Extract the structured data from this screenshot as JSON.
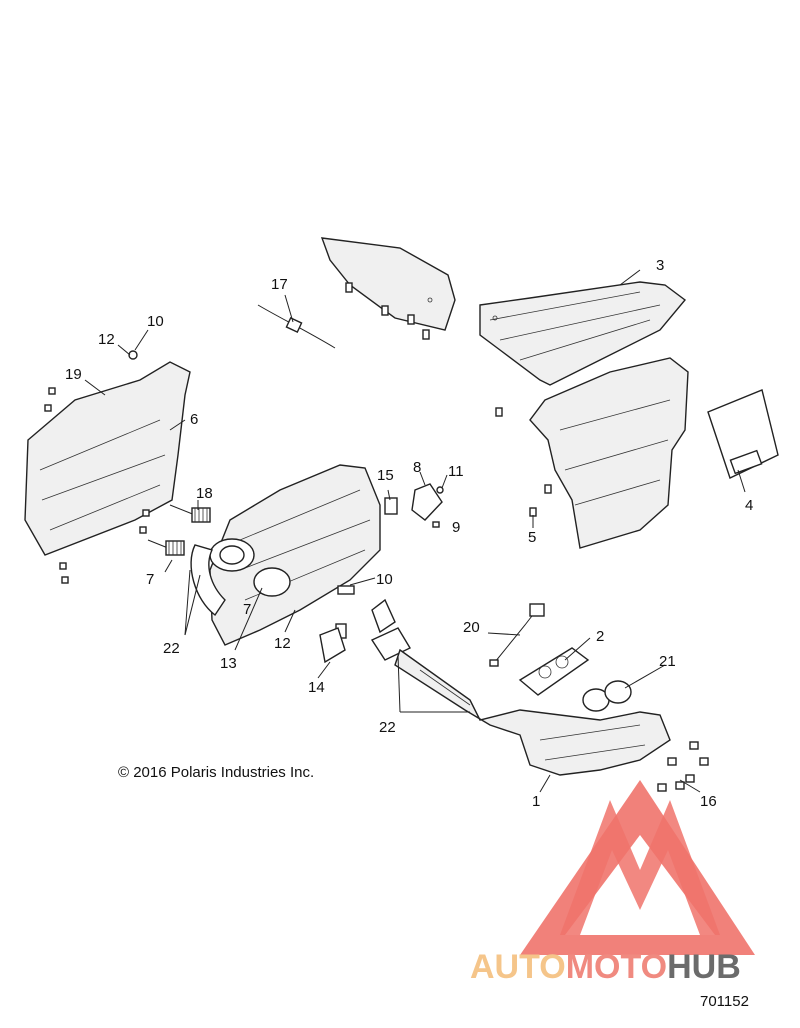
{
  "copyright": "© 2016  Polaris Industries Inc.",
  "drawing_number": "701152",
  "logo": {
    "part1": "AUTO",
    "part2": "MOTO",
    "part3": "HUB",
    "color_light": "#f5c58a",
    "color_mid": "#f08a80",
    "color_dark": "#6b6b6b",
    "triangle_color": "#f0736b"
  },
  "callouts": [
    {
      "id": "1",
      "label": "1"
    },
    {
      "id": "2",
      "label": "2"
    },
    {
      "id": "3",
      "label": "3"
    },
    {
      "id": "4",
      "label": "4"
    },
    {
      "id": "5",
      "label": "5"
    },
    {
      "id": "6",
      "label": "6"
    },
    {
      "id": "7a",
      "label": "7"
    },
    {
      "id": "7b",
      "label": "7"
    },
    {
      "id": "8",
      "label": "8"
    },
    {
      "id": "9",
      "label": "9"
    },
    {
      "id": "10a",
      "label": "10"
    },
    {
      "id": "10b",
      "label": "10"
    },
    {
      "id": "11",
      "label": "11"
    },
    {
      "id": "12a",
      "label": "12"
    },
    {
      "id": "12b",
      "label": "12"
    },
    {
      "id": "13",
      "label": "13"
    },
    {
      "id": "14",
      "label": "14"
    },
    {
      "id": "15",
      "label": "15"
    },
    {
      "id": "16",
      "label": "16"
    },
    {
      "id": "17",
      "label": "17"
    },
    {
      "id": "18",
      "label": "18"
    },
    {
      "id": "19",
      "label": "19"
    },
    {
      "id": "20",
      "label": "20"
    },
    {
      "id": "21",
      "label": "21"
    },
    {
      "id": "22a",
      "label": "22"
    },
    {
      "id": "22b",
      "label": "22"
    }
  ]
}
